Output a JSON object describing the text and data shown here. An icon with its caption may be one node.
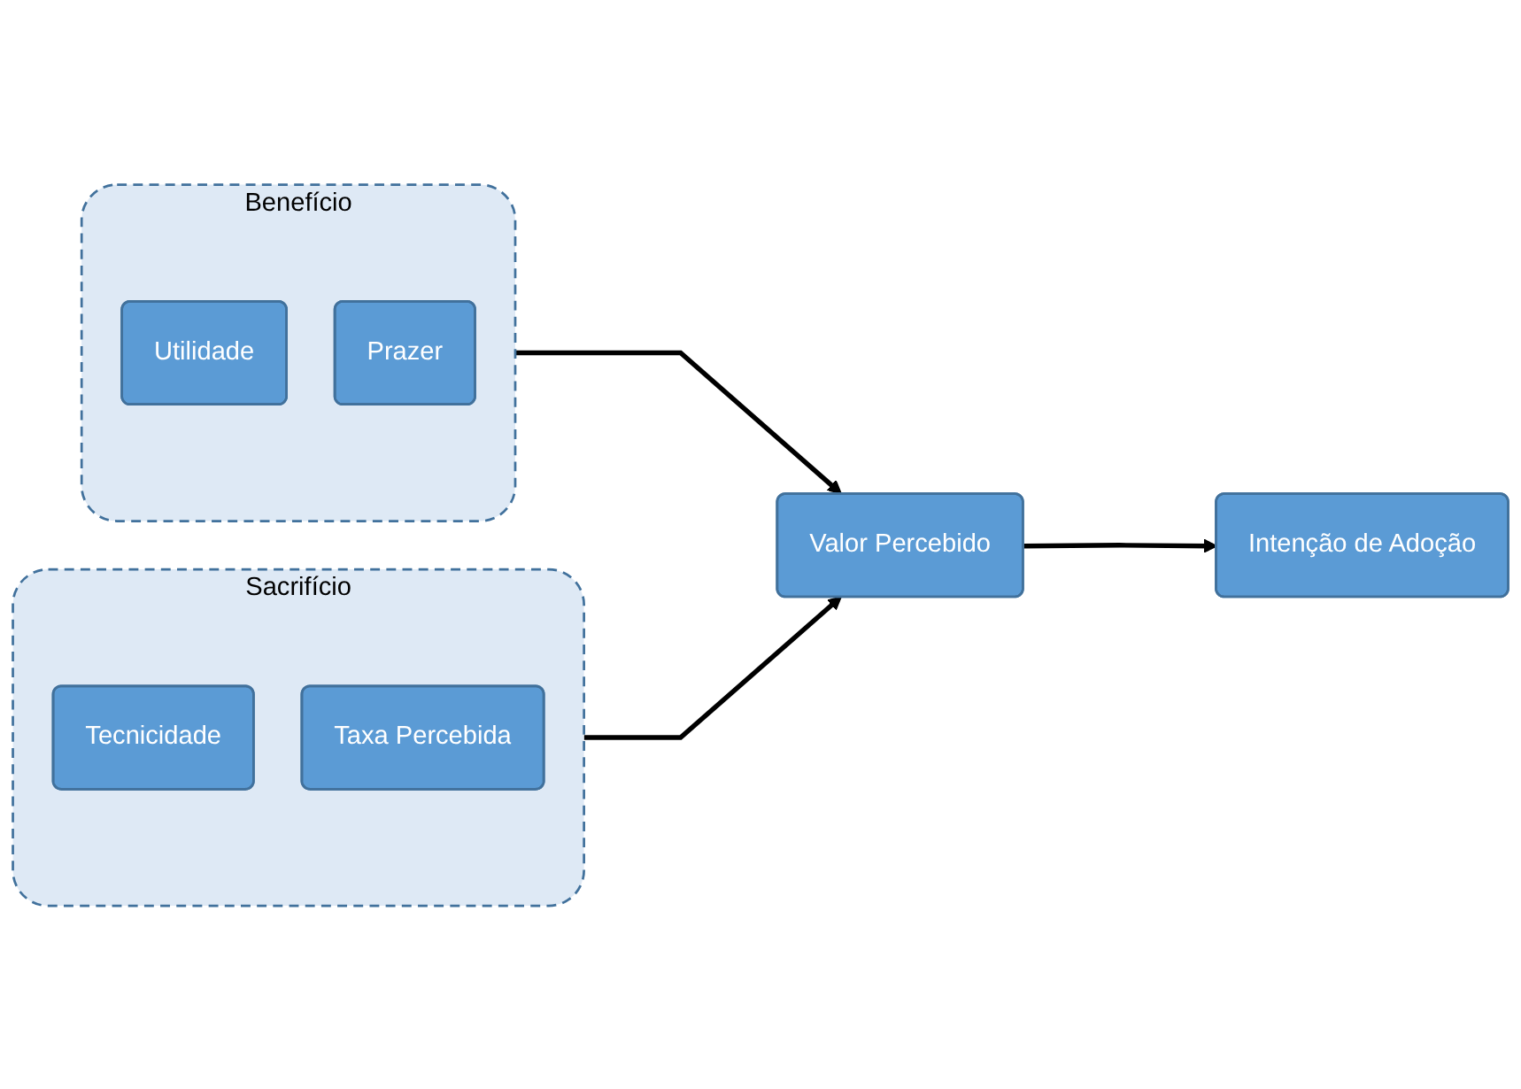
{
  "diagram": {
    "nodes": [
      {
        "text": [
          "Benefício"
        ]
      },
      {
        "text": [
          "Utilidade"
        ],
        "in": 0
      },
      {
        "text": [
          "Prazer"
        ],
        "in": 0
      },
      {
        "text": [
          "Sacrifício"
        ]
      },
      {
        "text": [
          "Tecnicidade"
        ],
        "in": 3
      },
      {
        "text": [
          "Taxa Percebida"
        ],
        "in": 3
      },
      {
        "text": [
          "Valor Percebido"
        ]
      },
      {
        "text": [
          "Intenção de Adoção"
        ]
      }
    ],
    "edges": [
      {
        "from": 0,
        "to": 6,
        "arrow": "to"
      },
      {
        "from": 3,
        "to": 6,
        "arrow": "to"
      },
      {
        "from": 6,
        "to": 7,
        "arrow": "to"
      }
    ]
  }
}
